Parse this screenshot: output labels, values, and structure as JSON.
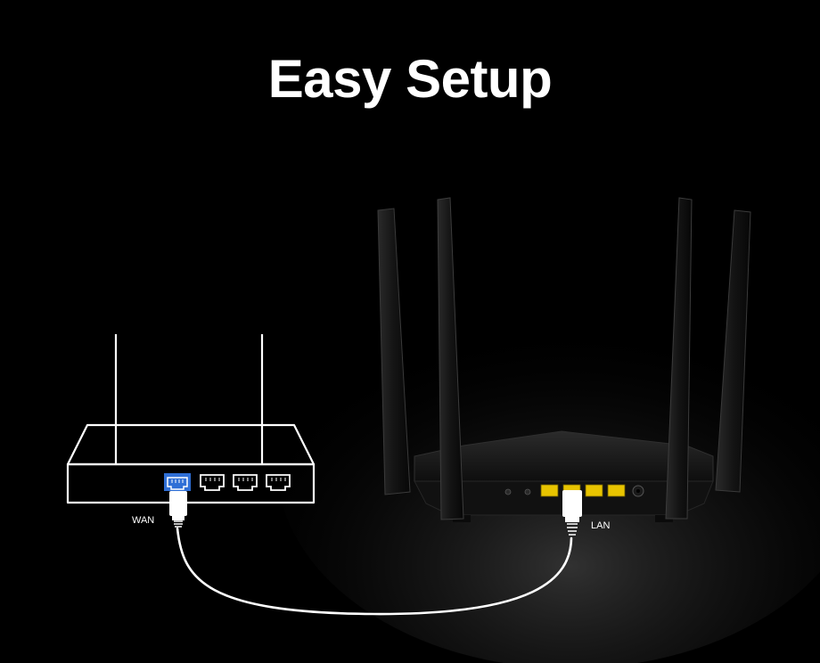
{
  "title": "Easy Setup",
  "labels": {
    "wan": "WAN",
    "lan": "LAN"
  },
  "colors": {
    "background": "#000000",
    "text": "#ffffff",
    "wan_port": "#2f6fd6",
    "lan_port": "#e8c400",
    "router_body": "#1a1a1a"
  },
  "icons": {
    "left_device": "modem-outline-icon",
    "right_device": "router-icon",
    "cable": "ethernet-cable-icon"
  }
}
